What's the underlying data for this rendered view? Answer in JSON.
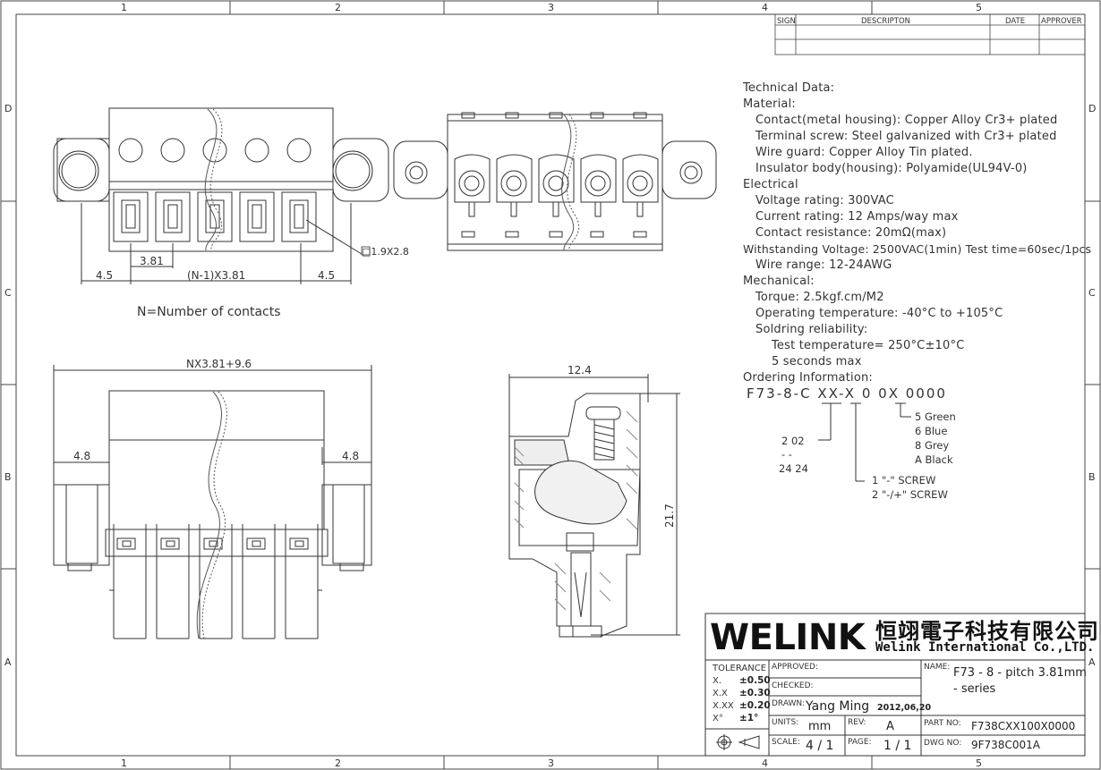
{
  "frame": {
    "columns": [
      "1",
      "2",
      "3",
      "4",
      "5"
    ],
    "rows": [
      "D",
      "C",
      "B",
      "A"
    ]
  },
  "revision_table": {
    "headers": [
      "SIGN",
      "DESCRIPTON",
      "DATE",
      "APPROVER"
    ]
  },
  "dimensions": {
    "top_left": "4.5",
    "pitch": "3.81",
    "span": "(N-1)X3.81",
    "top_right": "4.5",
    "pin_size": "□1.9X2.8",
    "caption": "N=Number of contacts",
    "overall": "NX3.81+9.6",
    "bottom_left": "4.8",
    "bottom_right": "4.8",
    "side_width": "12.4",
    "side_height": "21.7"
  },
  "technical": {
    "lines": [
      {
        "text": "Technical Data:",
        "indent": 0
      },
      {
        "text": "Material:",
        "indent": 0
      },
      {
        "text": "Contact(metal housing): Copper Alloy Cr3+ plated",
        "indent": 1
      },
      {
        "text": "Terminal screw: Steel galvanized with Cr3+ plated",
        "indent": 1
      },
      {
        "text": "Wire guard: Copper Alloy Tin plated.",
        "indent": 1
      },
      {
        "text": "Insulator body(housing): Polyamide(UL94V-0)",
        "indent": 1
      },
      {
        "text": "Electrical",
        "indent": 0
      },
      {
        "text": "Voltage rating: 300VAC",
        "indent": 1
      },
      {
        "text": "Current rating: 12 Amps/way max",
        "indent": 1
      },
      {
        "text": "Contact resistance: 20mΩ(max)",
        "indent": 1
      },
      {
        "text": "Withstanding Voltage: 2500VAC(1min) Test time=60sec/1pcs",
        "indent": 0
      },
      {
        "text": "Wire range: 12-24AWG",
        "indent": 1
      },
      {
        "text": "Mechanical:",
        "indent": 0
      },
      {
        "text": "Torque: 2.5kgf.cm/M2",
        "indent": 1
      },
      {
        "text": "Operating temperature: -40°C to +105°C",
        "indent": 1
      },
      {
        "text": "Soldring reliability:",
        "indent": 1
      },
      {
        "text": "Test temperature= 250°C±10°C",
        "indent": 2
      },
      {
        "text": "5 seconds max",
        "indent": 2
      },
      {
        "text": "Ordering Information:",
        "indent": 0
      }
    ]
  },
  "ordering": {
    "code": "F73-8-C XX-X 0 0X 0000",
    "colors": [
      "5  Green",
      "6  Blue",
      "8  Grey",
      "A  Black"
    ],
    "pins_from": "2  02",
    "pins_dash": "-  -",
    "pins_to": "24  24",
    "screw_1": "1  \"-\" SCREW",
    "screw_2": "2  \"-/+\" SCREW"
  },
  "title_block": {
    "logo": "WELINK",
    "company_cn": "恒翊電子科技有限公司",
    "company_en": "Welink International Co.,LTD.",
    "tolerance_label": "TOLERANCE",
    "tolerances": [
      {
        "k": "X.",
        "v": "±0.50"
      },
      {
        "k": "X.X",
        "v": "±0.30"
      },
      {
        "k": "X.XX",
        "v": "±0.20"
      },
      {
        "k": "X°",
        "v": "±1°"
      }
    ],
    "approved_label": "APPROVED:",
    "checked_label": "CHECKED:",
    "drawn_label": "DRAWN:",
    "drawn_by": "Yang Ming",
    "date": "2012,06,20",
    "units_label": "UNITS:",
    "units": "mm",
    "rev_label": "REV:",
    "rev": "A",
    "scale_label": "SCALE:",
    "scale": "4 / 1",
    "page_label": "PAGE:",
    "page": "1 / 1",
    "name_label": "NAME:",
    "name_line1": "F73 - 8 - pitch 3.81mm",
    "name_line2": "- series",
    "part_label": "PART NO:",
    "part_no": "F738CXX100X0000",
    "dwg_label": "DWG NO:",
    "dwg_no": "9F738C001A"
  }
}
